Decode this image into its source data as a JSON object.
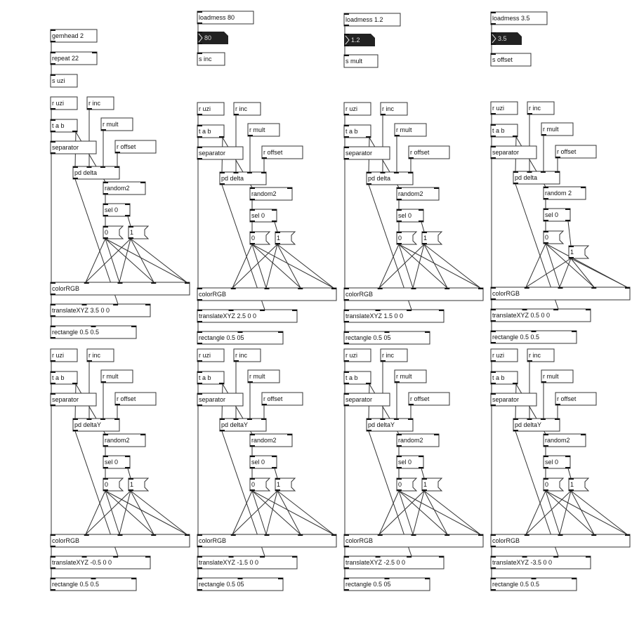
{
  "colors": {
    "stroke": "#333333",
    "io": "#111111",
    "numbox": "#222222",
    "numtext": "#dddddd"
  },
  "header": {
    "gemhead": "gemhead 2",
    "repeat": "repeat 22",
    "send_uzi": "s uzi",
    "loaders": [
      {
        "loadmess": "loadmess 80",
        "number": "80",
        "send": "s inc"
      },
      {
        "loadmess": "loadmess 1.2",
        "number": "1.2",
        "send": "s mult"
      },
      {
        "loadmess": "loadmess 3.5",
        "number": "3.5",
        "send": "s offset"
      }
    ]
  },
  "blocks": [
    {
      "r_uzi": "r uzi",
      "r_inc": "r inc",
      "tab": "t a b",
      "r_mult": "r mult",
      "separator": "separator",
      "r_offset": "r offset",
      "pd": "pd delta",
      "random": "random2",
      "sel": "sel 0",
      "msg0": "0",
      "msg1": "1",
      "color": "colorRGB",
      "translate": "translateXYZ 3.5 0  0",
      "rect": "rectangle 0.5 0.5"
    },
    {
      "r_uzi": "r uzi",
      "r_inc": "r inc",
      "tab": "t a b",
      "r_mult": "r mult",
      "separator": "separator",
      "r_offset": "r offset",
      "pd": "pd delta",
      "random": "random2",
      "sel": "sel 0",
      "msg0": "0",
      "msg1": "1",
      "color": "colorRGB",
      "translate": "translateXYZ 2.5 0 0",
      "rect": "rectangle 0.5 05"
    },
    {
      "r_uzi": "r uzi",
      "r_inc": "r inc",
      "tab": "t a b",
      "r_mult": "r mult",
      "separator": "separator",
      "r_offset": "r offset",
      "pd": "pd delta",
      "random": "random2",
      "sel": "sel 0",
      "msg0": "0",
      "msg1": "1",
      "color": "colorRGB",
      "translate": "translateXYZ 1.5 0  0",
      "rect": "rectangle 0.5 05"
    },
    {
      "r_uzi": "r uzi",
      "r_inc": "r inc",
      "tab": "t a b",
      "r_mult": "r mult",
      "separator": "separator",
      "r_offset": "r offset",
      "pd": "pd delta",
      "random": "random 2",
      "sel": "sel 0",
      "msg0": "0",
      "msg1": "1",
      "color": "colorRGB",
      "translate": "translateXYZ 0.5 0 0",
      "rect": "rectangle 0.5 0.5"
    },
    {
      "r_uzi": "r uzi",
      "r_inc": "r inc",
      "tab": "t a b",
      "r_mult": "r mult",
      "separator": "separator",
      "r_offset": "r offset",
      "pd": "pd deltaY",
      "random": "random2",
      "sel": "sel 0",
      "msg0": "0",
      "msg1": "1",
      "color": "colorRGB",
      "translate": "translateXYZ -0.5 0 0",
      "rect": "rectangle 0.5 0.5"
    },
    {
      "r_uzi": "r uzi",
      "r_inc": "r inc",
      "tab": "t a b",
      "r_mult": "r mult",
      "separator": "separator",
      "r_offset": "r offset",
      "pd": "pd deltaY",
      "random": "random2",
      "sel": "sel 0",
      "msg0": "0",
      "msg1": "1",
      "color": "colorRGB",
      "translate": "translateXYZ -1.5 0 0",
      "rect": "rectangle 0.5 05"
    },
    {
      "r_uzi": "r uzi",
      "r_inc": "r inc",
      "tab": "t a b",
      "r_mult": "r mult",
      "separator": "separator",
      "r_offset": "r offset",
      "pd": "pd deltaY",
      "random": "random2",
      "sel": "sel 0",
      "msg0": "0",
      "msg1": "1",
      "color": "colorRGB",
      "translate": "translateXYZ -2.5 0 0",
      "rect": "rectangle 0.5 05"
    },
    {
      "r_uzi": "r uzi",
      "r_inc": "r inc",
      "tab": "t a b",
      "r_mult": "r mult",
      "separator": "separator",
      "r_offset": "r offset",
      "pd": "pd deltaY",
      "random": "random2",
      "sel": "sel 0",
      "msg0": "0",
      "msg1": "1",
      "color": "colorRGB",
      "translate": "translateXYZ -3.5 0 0",
      "rect": "rectangle 0.5 0.5"
    }
  ]
}
